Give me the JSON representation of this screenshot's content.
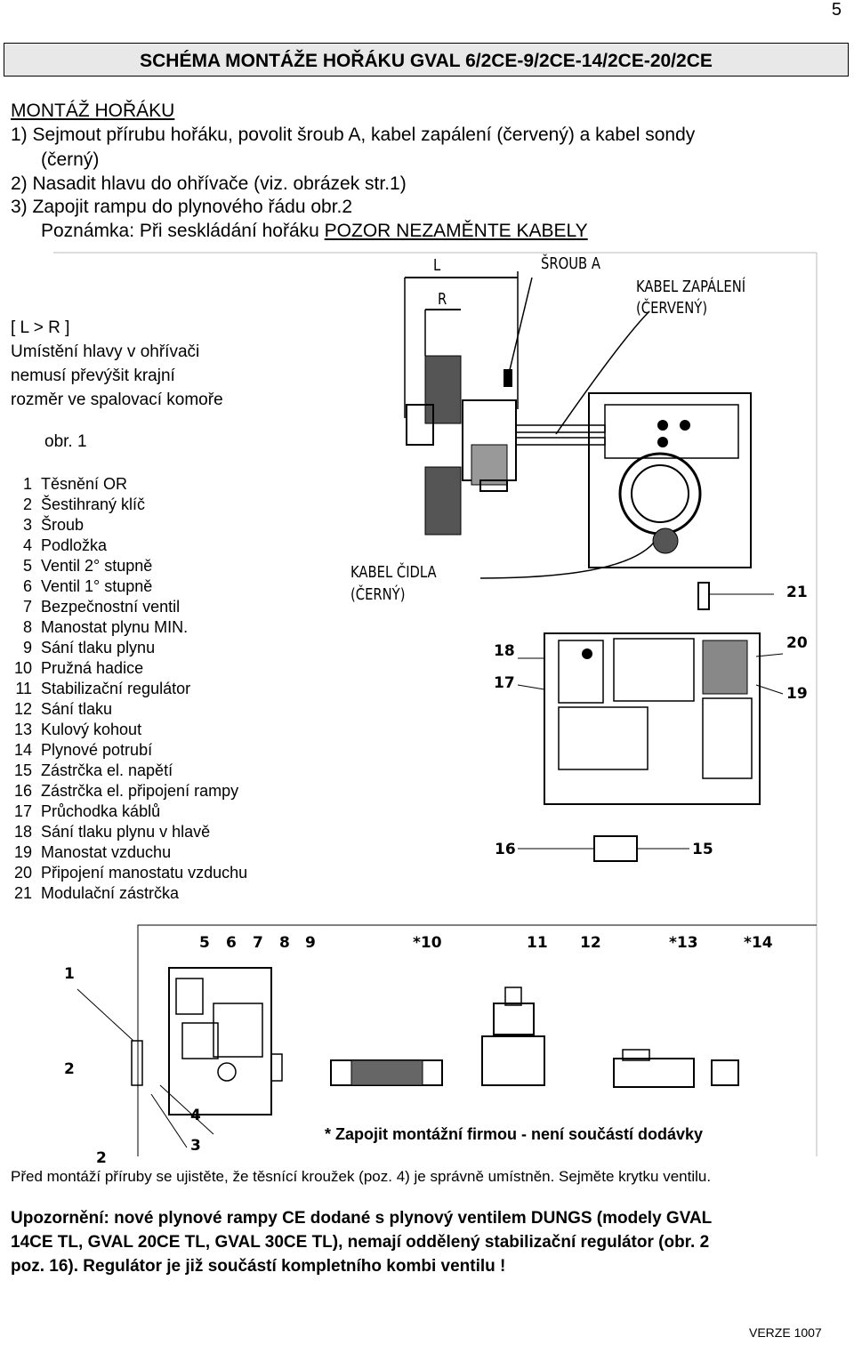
{
  "page_number": "5",
  "title": "SCHÉMA MONTÁŽE HOŘÁKU GVAL 6/2CE-9/2CE-14/2CE-20/2CE",
  "section_heading": "MONTÁŽ HOŘÁKU",
  "steps": [
    "1) Sejmout přírubu hořáku, povolit šroub A, kabel zapálení (červený) a kabel sondy",
    "(černý)",
    "2) Nasadit hlavu do ohřívače (viz. obrázek str.1)",
    "3) Zapojit rampu do plynového řádu obr.2"
  ],
  "note_prefix": "Poznámka: Při seskládání hořáku ",
  "note_emphasis": "POZOR NEZAMĚNTE KABELY",
  "condition": "[ L > R ]",
  "condition_text": [
    "Umístění hlavy v ohřívači",
    "nemusí převýšit krajní",
    "rozměr ve spalovací komoře"
  ],
  "fig1_caption": "obr. 1",
  "diagram_labels": {
    "L": "L",
    "R": "R",
    "screw_a": "ŠROUB A",
    "ignition_cable_1": "KABEL ZAPÁLENÍ",
    "ignition_cable_2": "(ČERVENÝ)",
    "sensor_cable_1": "KABEL ČIDLA",
    "sensor_cable_2": "(ČERNÝ)",
    "n15": "15",
    "n16": "16",
    "n17": "17",
    "n18": "18",
    "n19": "19",
    "n20": "20",
    "n21": "21"
  },
  "legend": [
    {
      "n": "1",
      "text": "Těsnění OR"
    },
    {
      "n": "2",
      "text": "Šestihraný klíč"
    },
    {
      "n": "3",
      "text": "Šroub"
    },
    {
      "n": "4",
      "text": "Podložka"
    },
    {
      "n": "5",
      "text": "Ventil 2° stupně"
    },
    {
      "n": "6",
      "text": "Ventil 1° stupně"
    },
    {
      "n": "7",
      "text": "Bezpečnostní ventil"
    },
    {
      "n": "8",
      "text": "Manostat plynu MIN."
    },
    {
      "n": "9",
      "text": "Sání tlaku plynu"
    },
    {
      "n": "10",
      "text": "Pružná hadice"
    },
    {
      "n": "11",
      "text": "Stabilizační regulátor"
    },
    {
      "n": "12",
      "text": "Sání tlaku"
    },
    {
      "n": "13",
      "text": "Kulový kohout"
    },
    {
      "n": "14",
      "text": "Plynové potrubí"
    },
    {
      "n": "15",
      "text": "Zástrčka el. napětí"
    },
    {
      "n": "16",
      "text": "Zástrčka el. připojení rampy"
    },
    {
      "n": "17",
      "text": "Průchodka káblů"
    },
    {
      "n": "18",
      "text": "Sání tlaku plynu v hlavě"
    },
    {
      "n": "19",
      "text": "Manostat vzduchu"
    },
    {
      "n": "20",
      "text": "Připojení manostatu vzduchu"
    },
    {
      "n": "21",
      "text": "Modulační zástrčka"
    }
  ],
  "ramp_labels": {
    "n1": "1",
    "n2": "2",
    "n2b": "2",
    "n3": "3",
    "n4": "4",
    "n5": "5",
    "n6": "6",
    "n7": "7",
    "n8": "8",
    "n9": "9",
    "n10": "*10",
    "n11": "11",
    "n12": "12",
    "n13": "*13",
    "n14": "*14"
  },
  "asterisk_note": "* Zapojit montážní firmou - není součástí dodávky",
  "before_mount": "Před montáží příruby se ujistěte, že těsnící kroužek (poz. 4) je správně umístněn. Sejměte krytku ventilu.",
  "warning_lines": [
    "Upozornění: nové plynové rampy CE dodané s plynový ventilem DUNGS (modely GVAL",
    "14CE TL, GVAL 20CE TL, GVAL 30CE TL), nemají oddělený stabilizační regulátor (obr. 2",
    "poz. 16). Regulátor je již součástí kompletního kombi ventilu !"
  ],
  "version": "VERZE 1007"
}
